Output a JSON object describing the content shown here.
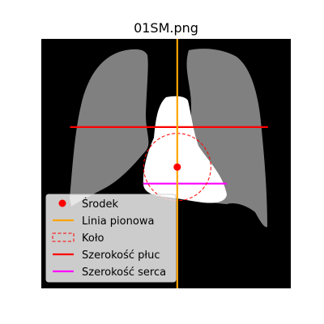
{
  "chart_data": {
    "type": "scatter",
    "title": "01SM.png",
    "background": "segmentation mask image",
    "image_colors": {
      "background": "#000000",
      "lungs": "#808080",
      "heart": "#ffffff"
    },
    "xlim": [
      0,
      256
    ],
    "ylim": [
      256,
      0
    ],
    "axes_visible": false,
    "grid": false,
    "legend_placement": "lower-left",
    "overlays": [
      {
        "name": "Środek",
        "kind": "point",
        "x": 139.5,
        "y": 131.5,
        "color": "#ff0000"
      },
      {
        "name": "Linia pionowa",
        "kind": "vertical_line",
        "x": 139.5,
        "color": "#ffa500"
      },
      {
        "name": "Koło",
        "kind": "circle",
        "center": [
          139.5,
          131.5
        ],
        "radius": 34.5,
        "color": "#ff0000",
        "style": "dashed"
      },
      {
        "name": "Szerokość płuc",
        "kind": "hline_segment",
        "y": 90.5,
        "x_from": 29.5,
        "x_to": 232.5,
        "color": "#ff0000"
      },
      {
        "name": "Szerokość serca",
        "kind": "hline_segment",
        "y": 148.5,
        "x_from": 104.5,
        "x_to": 190.5,
        "color": "#ff00ff"
      }
    ],
    "legend": [
      "Środek",
      "Linia pionowa",
      "Koło",
      "Szerokość płuc",
      "Szerokość serca"
    ]
  }
}
